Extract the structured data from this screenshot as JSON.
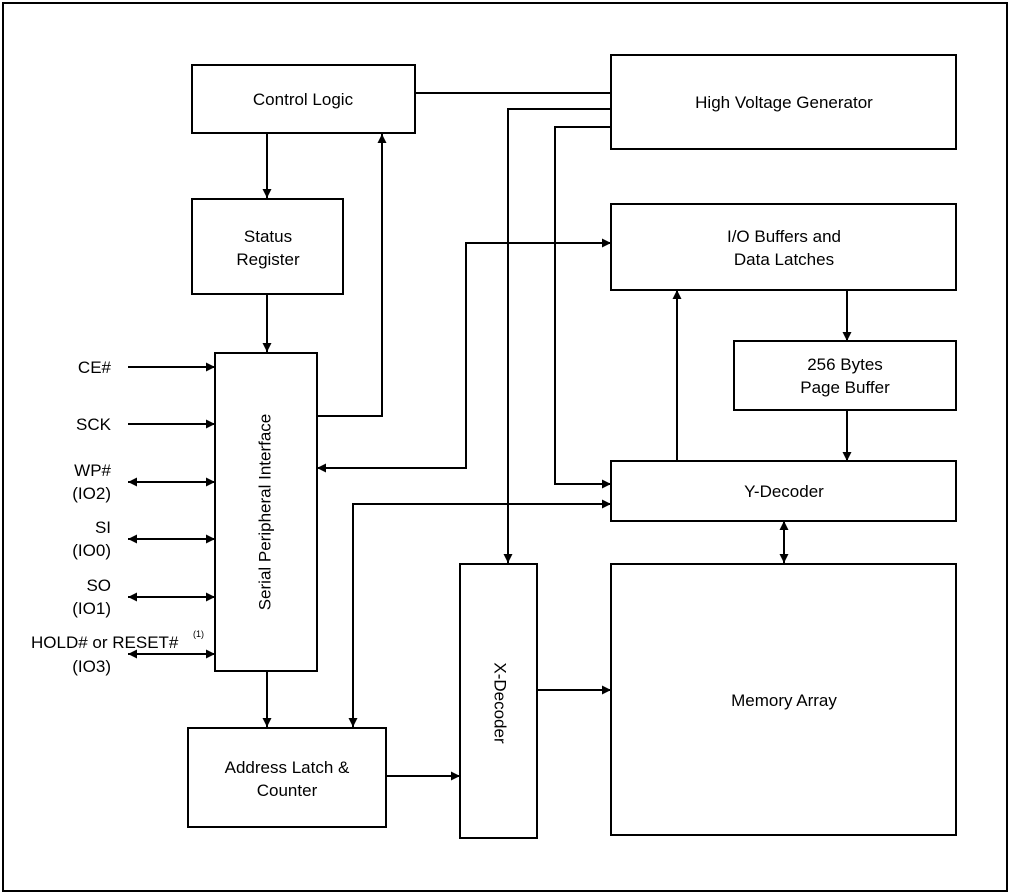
{
  "blocks": {
    "control_logic": "Control Logic",
    "high_voltage_generator": "High Voltage Generator",
    "status_register_line1": "Status",
    "status_register_line2": "Register",
    "io_buffers_line1": "I/O Buffers and",
    "io_buffers_line2": "Data Latches",
    "page_buffer_line1": "256 Bytes",
    "page_buffer_line2": "Page Buffer",
    "serial_peripheral_interface": "Serial Peripheral Interface",
    "y_decoder": "Y-Decoder",
    "x_decoder": "X-Decoder",
    "memory_array": "Memory Array",
    "address_latch_line1": "Address Latch &",
    "address_latch_line2": "Counter"
  },
  "pins": {
    "ce": "CE#",
    "sck": "SCK",
    "wp": "WP#",
    "io2": "(IO2)",
    "si": "SI",
    "io0": "(IO0)",
    "so": "SO",
    "io1": "(IO1)",
    "hold_reset": "HOLD# or RESET#",
    "hold_note": "(1)",
    "io3": "(IO3)"
  }
}
